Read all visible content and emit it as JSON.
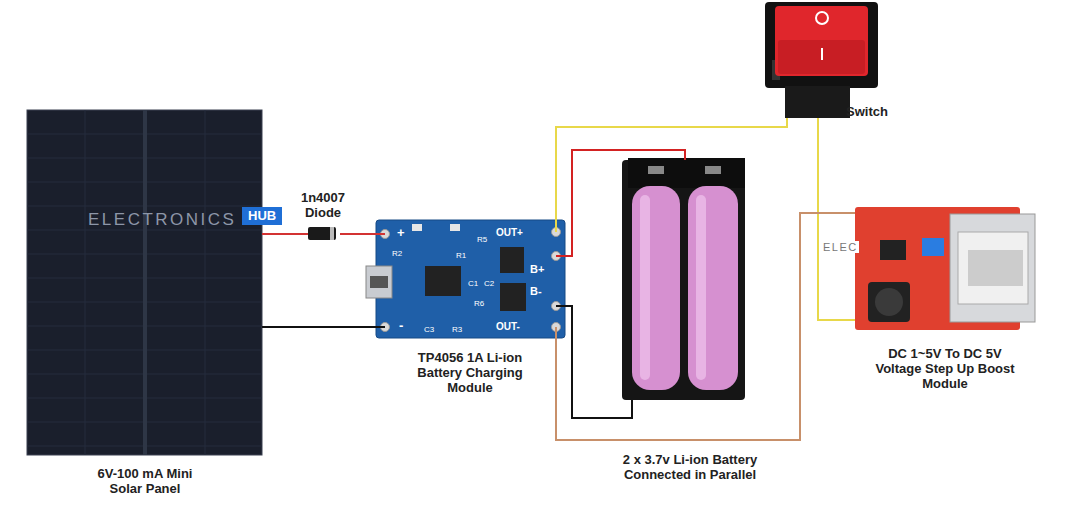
{
  "diagram": {
    "nodes": [
      {
        "text": [
          "6V-100 mA Mini Solar Panel"
        ]
      },
      {
        "text": [
          "1n4007 Diode"
        ]
      },
      {
        "text": [
          "TP4056 1A Li-ion Battery Charging Module"
        ]
      },
      {
        "text": [
          "2 x 3.7v Li-ion Battery Connected in Parallel"
        ]
      },
      {
        "text": [
          "Switch"
        ]
      },
      {
        "text": [
          "DC 1~5V To DC 5V Voltage Step Up Boost Module"
        ]
      }
    ],
    "edges": [
      {
        "from": 0,
        "to": 1,
        "arrow": "none"
      },
      {
        "from": 1,
        "to": 2,
        "arrow": "none"
      },
      {
        "from": 0,
        "to": 2,
        "arrow": "none"
      },
      {
        "from": 2,
        "to": 3,
        "arrow": "none"
      },
      {
        "from": 2,
        "to": 3,
        "arrow": "none"
      },
      {
        "from": 2,
        "to": 4,
        "arrow": "none"
      },
      {
        "from": 4,
        "to": 5,
        "arrow": "none"
      },
      {
        "from": 2,
        "to": 5,
        "arrow": "none"
      }
    ],
    "labels": [
      "+",
      "-",
      "OUT+",
      "B+",
      "B-",
      "OUT-",
      "R5",
      "R2",
      "R1",
      "C1",
      "C2",
      "R6",
      "C3",
      "R3",
      "ELECTRONICS",
      "HUB",
      "ELEC"
    ]
  }
}
